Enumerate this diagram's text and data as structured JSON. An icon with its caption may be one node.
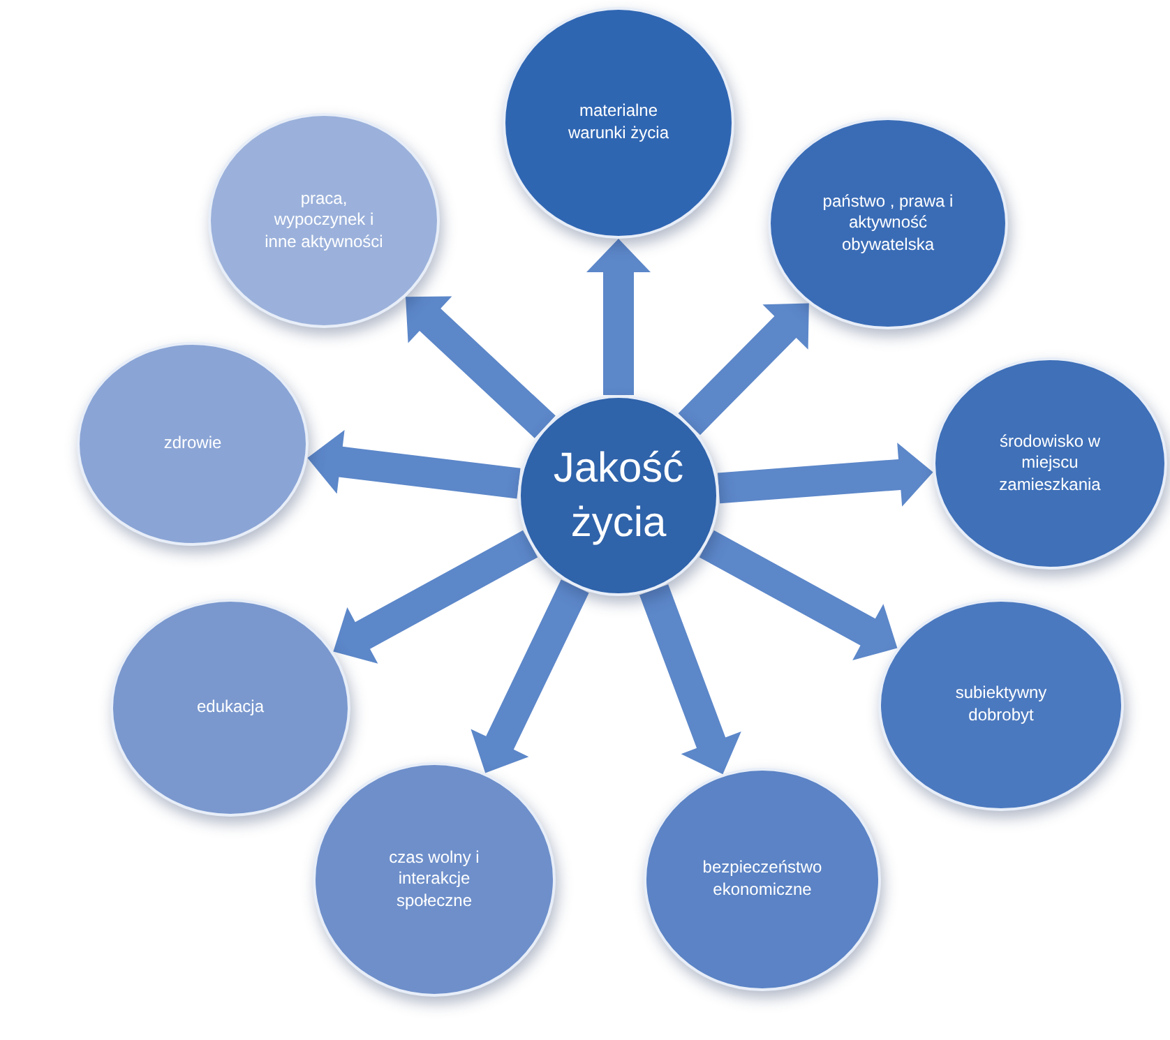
{
  "diagram": {
    "nodes": [
      {
        "text": [
          "Jakość życia"
        ]
      },
      {
        "text": [
          "materialne warunki życia"
        ]
      },
      {
        "text": [
          "państwo , prawa i aktywność obywatelska"
        ]
      },
      {
        "text": [
          "środowisko w miejscu zamieszkania"
        ]
      },
      {
        "text": [
          "subiektywny dobrobyt"
        ]
      },
      {
        "text": [
          "bezpieczeństwo ekonomiczne"
        ]
      },
      {
        "text": [
          "czas wolny i interakcje społeczne"
        ]
      },
      {
        "text": [
          "edukacja"
        ]
      },
      {
        "text": [
          "zdrowie"
        ]
      },
      {
        "text": [
          "praca, wypoczynek i inne aktywności"
        ]
      }
    ],
    "edges": [
      {
        "from": 0,
        "to": 1,
        "arrow": "to"
      },
      {
        "from": 0,
        "to": 2,
        "arrow": "to"
      },
      {
        "from": 0,
        "to": 3,
        "arrow": "to"
      },
      {
        "from": 0,
        "to": 4,
        "arrow": "to"
      },
      {
        "from": 0,
        "to": 5,
        "arrow": "to"
      },
      {
        "from": 0,
        "to": 6,
        "arrow": "to"
      },
      {
        "from": 0,
        "to": 7,
        "arrow": "to"
      },
      {
        "from": 0,
        "to": 8,
        "arrow": "to"
      },
      {
        "from": 0,
        "to": 9,
        "arrow": "to"
      }
    ]
  }
}
